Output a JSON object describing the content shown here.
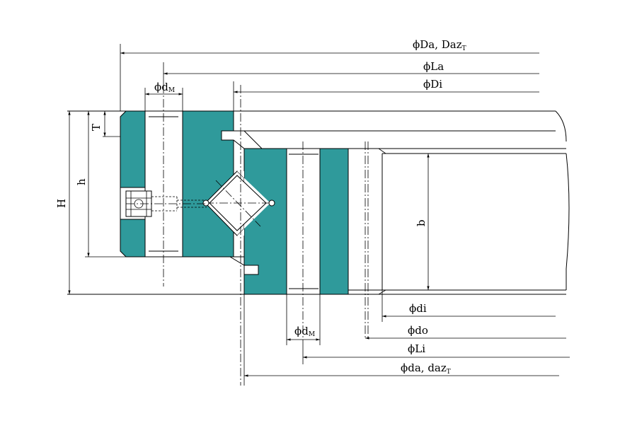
{
  "drawing": {
    "labels": {
      "Da": {
        "symbol": "ϕ",
        "text": "Da, Daz",
        "sub": "T"
      },
      "La": {
        "symbol": "ϕ",
        "text": "La"
      },
      "Di": {
        "symbol": "ϕ",
        "text": "Di"
      },
      "dm_top": {
        "symbol": "ϕ",
        "text": "d",
        "sub": "M"
      },
      "T": {
        "text": "T"
      },
      "h": {
        "text": "h"
      },
      "H": {
        "text": "H"
      },
      "b": {
        "text": "b"
      },
      "di": {
        "symbol": "ϕ",
        "text": "di"
      },
      "dm_bottom": {
        "symbol": "ϕ",
        "text": "d",
        "sub": "M"
      },
      "do": {
        "symbol": "ϕ",
        "text": "do"
      },
      "Li": {
        "symbol": "ϕ",
        "text": "Li"
      },
      "da": {
        "symbol": "ϕ",
        "text": "da, daz",
        "sub": "T"
      }
    },
    "colors": {
      "ring": "#2f9a9b",
      "line": "#000000",
      "background": "#ffffff"
    }
  }
}
